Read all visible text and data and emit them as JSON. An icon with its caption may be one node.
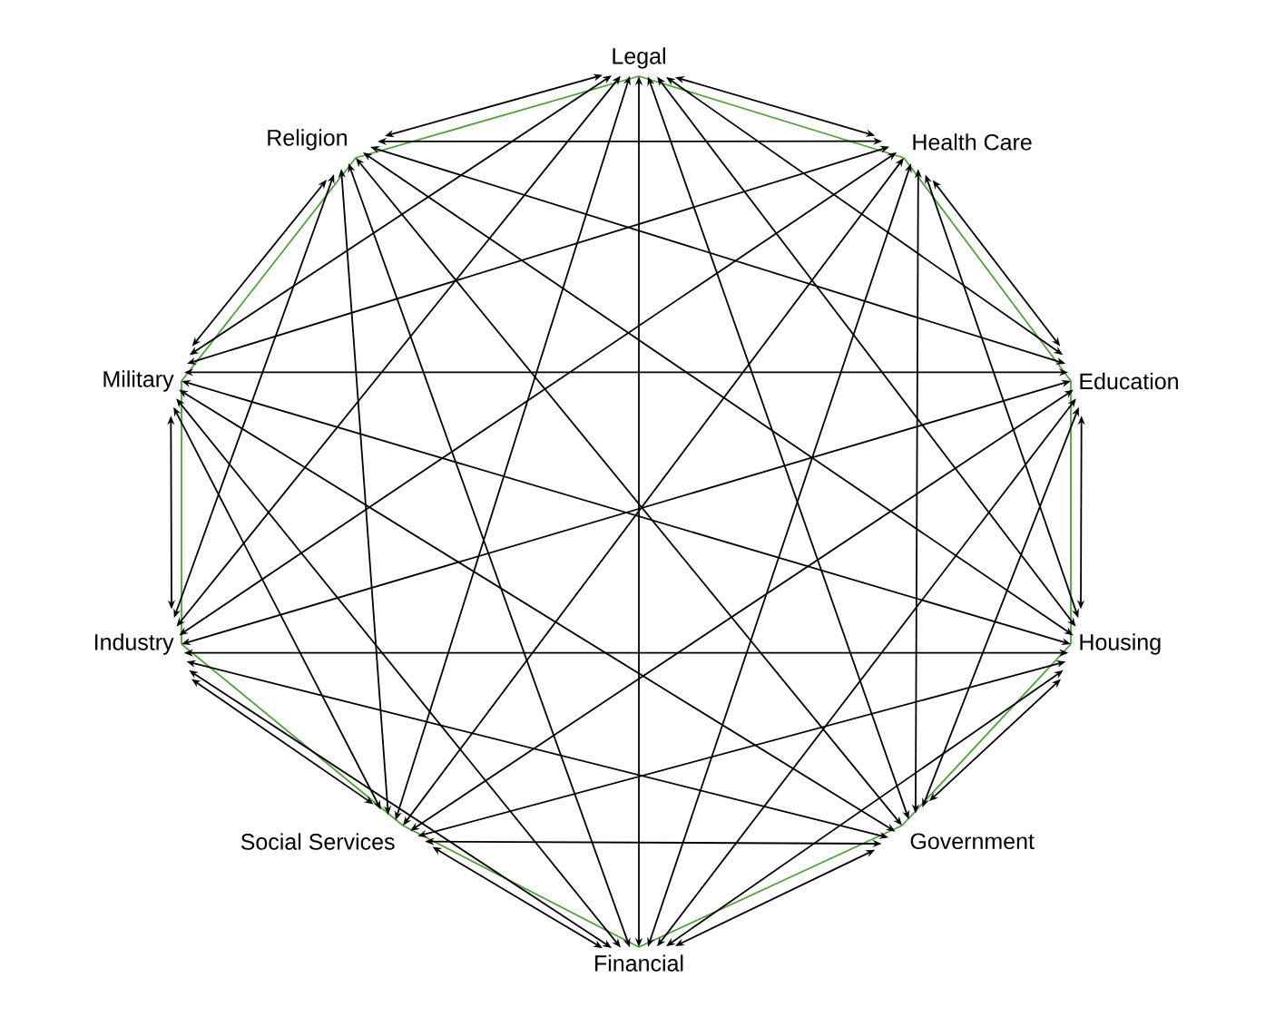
{
  "diagram": {
    "nodes": [
      {
        "text": [
          "Legal"
        ]
      },
      {
        "text": [
          "Health Care"
        ]
      },
      {
        "text": [
          "Education"
        ]
      },
      {
        "text": [
          "Housing"
        ]
      },
      {
        "text": [
          "Government"
        ]
      },
      {
        "text": [
          "Financial"
        ]
      },
      {
        "text": [
          "Social Services"
        ]
      },
      {
        "text": [
          "Industry"
        ]
      },
      {
        "text": [
          "Military"
        ]
      },
      {
        "text": [
          "Religion"
        ]
      }
    ],
    "edges": [
      {
        "from": 0,
        "to": 1,
        "arrow": "both"
      },
      {
        "from": 0,
        "to": 2,
        "arrow": "both"
      },
      {
        "from": 0,
        "to": 3,
        "arrow": "both"
      },
      {
        "from": 0,
        "to": 4,
        "arrow": "both"
      },
      {
        "from": 0,
        "to": 5,
        "arrow": "both"
      },
      {
        "from": 0,
        "to": 6,
        "arrow": "both"
      },
      {
        "from": 0,
        "to": 7,
        "arrow": "both"
      },
      {
        "from": 0,
        "to": 8,
        "arrow": "both"
      },
      {
        "from": 0,
        "to": 9,
        "arrow": "both"
      },
      {
        "from": 1,
        "to": 2,
        "arrow": "both"
      },
      {
        "from": 1,
        "to": 3,
        "arrow": "both"
      },
      {
        "from": 1,
        "to": 4,
        "arrow": "both"
      },
      {
        "from": 1,
        "to": 5,
        "arrow": "both"
      },
      {
        "from": 1,
        "to": 6,
        "arrow": "both"
      },
      {
        "from": 1,
        "to": 7,
        "arrow": "both"
      },
      {
        "from": 1,
        "to": 8,
        "arrow": "both"
      },
      {
        "from": 1,
        "to": 9,
        "arrow": "both"
      },
      {
        "from": 2,
        "to": 3,
        "arrow": "both"
      },
      {
        "from": 2,
        "to": 4,
        "arrow": "both"
      },
      {
        "from": 2,
        "to": 5,
        "arrow": "both"
      },
      {
        "from": 2,
        "to": 6,
        "arrow": "both"
      },
      {
        "from": 2,
        "to": 7,
        "arrow": "both"
      },
      {
        "from": 2,
        "to": 8,
        "arrow": "both"
      },
      {
        "from": 2,
        "to": 9,
        "arrow": "both"
      },
      {
        "from": 3,
        "to": 4,
        "arrow": "both"
      },
      {
        "from": 3,
        "to": 5,
        "arrow": "both"
      },
      {
        "from": 3,
        "to": 6,
        "arrow": "both"
      },
      {
        "from": 3,
        "to": 7,
        "arrow": "both"
      },
      {
        "from": 3,
        "to": 8,
        "arrow": "both"
      },
      {
        "from": 3,
        "to": 9,
        "arrow": "both"
      },
      {
        "from": 4,
        "to": 5,
        "arrow": "both"
      },
      {
        "from": 4,
        "to": 6,
        "arrow": "both"
      },
      {
        "from": 4,
        "to": 7,
        "arrow": "both"
      },
      {
        "from": 4,
        "to": 8,
        "arrow": "both"
      },
      {
        "from": 4,
        "to": 9,
        "arrow": "both"
      },
      {
        "from": 5,
        "to": 6,
        "arrow": "both"
      },
      {
        "from": 5,
        "to": 7,
        "arrow": "both"
      },
      {
        "from": 5,
        "to": 8,
        "arrow": "both"
      },
      {
        "from": 5,
        "to": 9,
        "arrow": "both"
      },
      {
        "from": 6,
        "to": 7,
        "arrow": "both"
      },
      {
        "from": 6,
        "to": 8,
        "arrow": "both"
      },
      {
        "from": 6,
        "to": 9,
        "arrow": "both"
      },
      {
        "from": 7,
        "to": 8,
        "arrow": "both"
      },
      {
        "from": 7,
        "to": 9,
        "arrow": "both"
      },
      {
        "from": 8,
        "to": 9,
        "arrow": "both"
      }
    ]
  }
}
